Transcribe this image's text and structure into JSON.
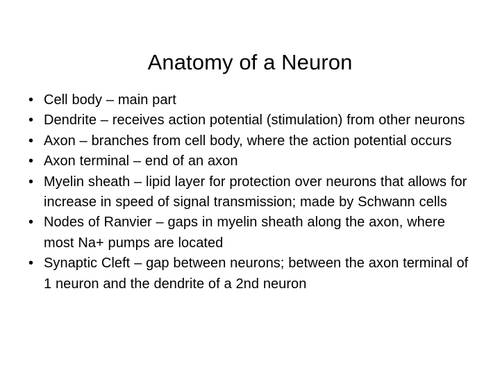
{
  "slide": {
    "title": "Anatomy of a Neuron",
    "background_color": "#ffffff",
    "text_color": "#000000",
    "bullet_glyph": "•",
    "bullets": [
      {
        "marker": "•",
        "text": "Cell body – main part"
      },
      {
        "marker": "•",
        "text": "Dendrite – receives action potential (stimulation) from other neurons"
      },
      {
        "marker": "•",
        "text": "Axon – branches from cell body, where the action potential occurs"
      },
      {
        "marker": "•",
        "text": "Axon terminal – end of an axon"
      },
      {
        "marker": "•",
        "text": "Myelin sheath – lipid layer for protection over neurons that allows for increase in speed of signal transmission; made by Schwann cells"
      },
      {
        "marker": "•",
        "text": "Nodes of Ranvier – gaps in myelin sheath along the axon, where most Na+ pumps are located"
      },
      {
        "marker": "•",
        "text": "Synaptic Cleft – gap between neurons; between the axon terminal of 1 neuron and the dendrite of a 2nd neuron"
      }
    ]
  }
}
